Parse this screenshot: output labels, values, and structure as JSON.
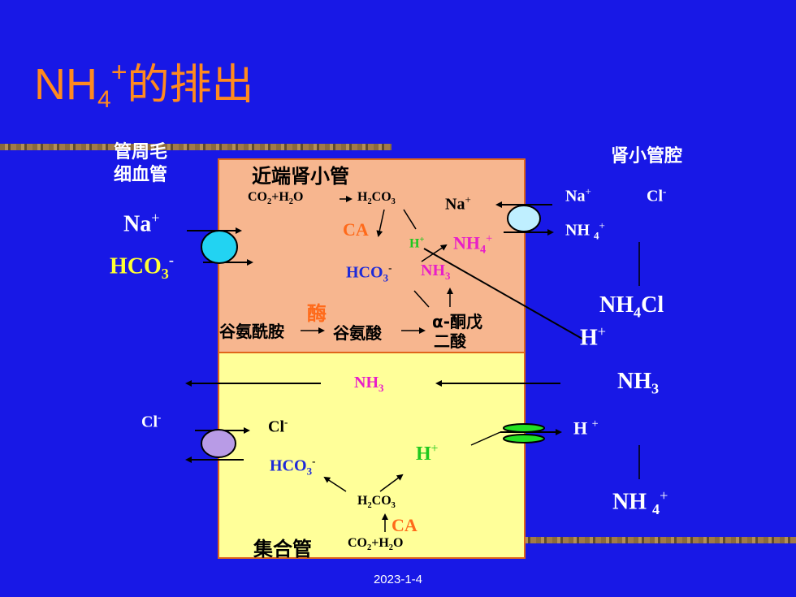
{
  "title": {
    "formula": "NH",
    "sub": "4",
    "sup": "+",
    "text": "的排出"
  },
  "labels": {
    "capillary_1": "管周毛",
    "capillary_2": "细血管",
    "proximal_tubule": "近端肾小管",
    "collecting_duct": "集合管",
    "lumen": "肾小管腔",
    "enzyme": "酶",
    "glutamine": "谷氨酰胺",
    "glutamate": "谷氨酸",
    "ketoglutarate_1": "α-酮戊",
    "ketoglutarate_2": "二酸"
  },
  "chem": {
    "co2_h2o_top": {
      "a": "CO",
      "a_sub": "2",
      "b": "+H",
      "b_sub": "2",
      "c": "O"
    },
    "h2co3_top": {
      "a": "H",
      "a_sub": "2",
      "b": "CO",
      "b_sub": "3"
    },
    "ca": "CA",
    "na_cell": {
      "a": "Na",
      "sup": "+"
    },
    "h_cell": {
      "a": "H",
      "sup": "+"
    },
    "nh4_cell": {
      "a": "NH",
      "sub": "4",
      "sup": "+"
    },
    "hco3_cell": {
      "a": "HCO",
      "sub": "3",
      "sup": "-"
    },
    "nh3_cell": {
      "a": "NH",
      "sub": "3"
    },
    "na_blood": {
      "a": "Na",
      "sup": "+"
    },
    "hco3_blood": {
      "a": "HCO",
      "sub": "3",
      "sup": "-"
    },
    "na_lumen": {
      "a": "Na",
      "sup": "+"
    },
    "cl_lumen": {
      "a": "Cl",
      "sup": "-"
    },
    "nh4_lumen": {
      "a": "NH ",
      "sub": "4",
      "sup": "+"
    },
    "nh4cl": {
      "a": "NH",
      "sub": "4",
      "b": "Cl"
    },
    "h_lumen_top": {
      "a": "H",
      "sup": "+"
    },
    "nh3_bottom_cell": {
      "a": "NH",
      "sub": "3"
    },
    "nh3_lumen": {
      "a": "NH",
      "sub": "3"
    },
    "cl_blood": {
      "a": "Cl",
      "sup": "-"
    },
    "cl_cell": {
      "a": "Cl",
      "sup": "-"
    },
    "hco3_bottom": {
      "a": "HCO",
      "sub": "3",
      "sup": "-"
    },
    "h_bottom_cell": {
      "a": "H",
      "sup": "+"
    },
    "h_lumen_bottom": {
      "a": "H ",
      "sup": "+"
    },
    "h2co3_bottom": {
      "a": "H",
      "a_sub": "2",
      "b": "CO",
      "b_sub": "3"
    },
    "co2_h2o_bottom": {
      "a": "CO",
      "a_sub": "2",
      "b": "+H",
      "b_sub": "2",
      "c": "O"
    },
    "nh4_lumen_bottom": {
      "a": "NH ",
      "sub": "4",
      "sup": "+"
    }
  },
  "footer": {
    "date": "2023-1-4"
  },
  "colors": {
    "background": "#1818e6",
    "title": "#ff8a1e",
    "upper_cell": "#f7b68f",
    "lower_cell": "#ffff99",
    "border": "#e0661a"
  }
}
